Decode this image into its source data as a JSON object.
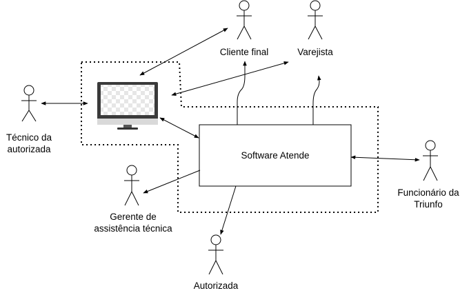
{
  "diagram": {
    "actors": {
      "tecnico": {
        "label_line1": "Técnico da",
        "label_line2": "autorizada"
      },
      "cliente": {
        "label": "Cliente final"
      },
      "varejista": {
        "label": "Varejista"
      },
      "gerente": {
        "label_line1": "Gerente de",
        "label_line2": "assistência técnica"
      },
      "funcionario": {
        "label_line1": "Funcionário da",
        "label_line2": "Triunfo"
      },
      "autorizada": {
        "label": "Autorizada"
      }
    },
    "system": {
      "label": "Software Atende"
    },
    "icons": [
      "computer-monitor-icon",
      "actor-stick-figure-icon"
    ]
  }
}
